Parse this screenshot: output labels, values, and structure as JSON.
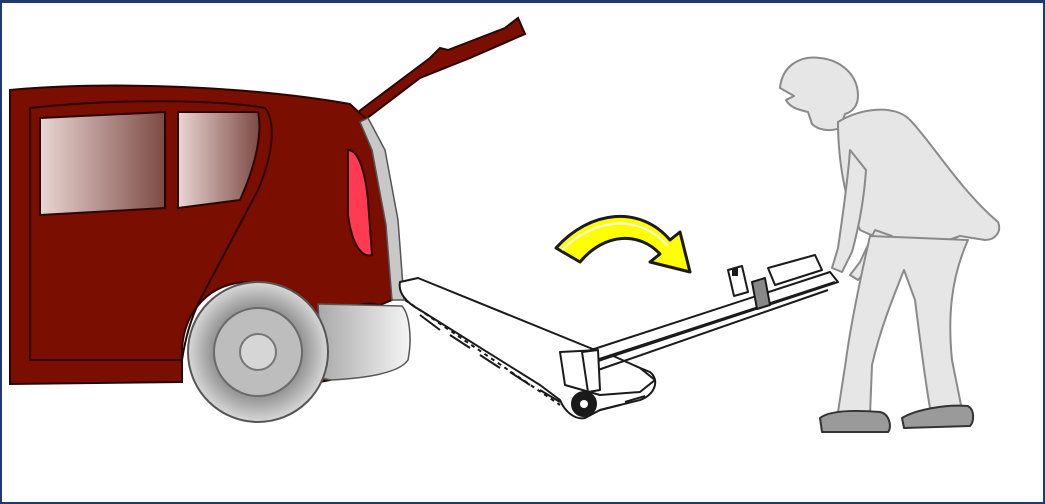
{
  "figure": {
    "colors": {
      "frame_border": "#1f3a6e",
      "car_body": "#7a0e00",
      "car_outline": "#2a0500",
      "window_tint": "#c7a8a4",
      "tail_light": "#ff3a52",
      "bumper": "#d9d9d9",
      "tire": "#9a9a9a",
      "rim": "#cfcfcf",
      "arrow_fill": "#ffff00",
      "arrow_outline": "#1a1a1a",
      "equipment": "#ffffff",
      "person_fill": "#e6e6e6",
      "person_outline": "#8a8a8a"
    },
    "icons": [
      "car-illustration",
      "stair-climber-device",
      "rotate-arrow-icon",
      "person-illustration"
    ]
  }
}
